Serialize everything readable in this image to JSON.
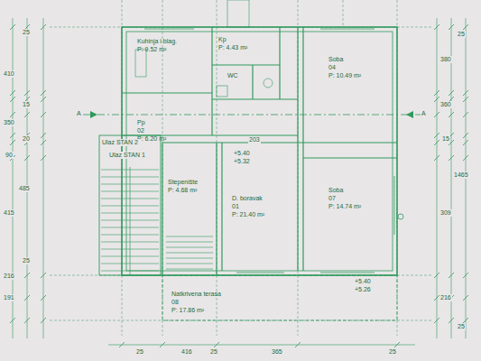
{
  "diagram": {
    "nodes": [
      {
        "text": [
          "Kuhinja i blag.",
          "P: 9.52 m²"
        ]
      },
      {
        "text": [
          "Kp",
          "P: 4.43 m²"
        ]
      },
      {
        "text": [
          "WC"
        ]
      },
      {
        "text": [
          "Soba",
          "04",
          "P: 10.49 m²"
        ]
      },
      {
        "text": [
          "Pp",
          "02",
          "P: 6.20 m²"
        ]
      },
      {
        "text": [
          "Stepenište",
          "P: 4.68 m²"
        ]
      },
      {
        "text": [
          "D. boravak",
          "01",
          "P: 21.40 m²"
        ]
      },
      {
        "text": [
          "Soba",
          "07",
          "P: 14.74 m²"
        ]
      },
      {
        "text": [
          "Natkrivena terasa",
          "08",
          "P: 17.86 m²"
        ]
      }
    ],
    "edges": [],
    "labels": [
      "Ulaz STAN 2",
      "Ulaz STAN 1",
      "A",
      "A",
      "+5.40",
      "+5.32",
      "+5.40",
      "+5.26",
      "410",
      "350",
      "90",
      "415",
      "216",
      "191",
      "25",
      "15",
      "20",
      "485",
      "25",
      "380",
      "360",
      "15",
      "309",
      "216",
      "1465",
      "25",
      "25",
      "25",
      "416",
      "25",
      "365",
      "25",
      "203"
    ]
  }
}
